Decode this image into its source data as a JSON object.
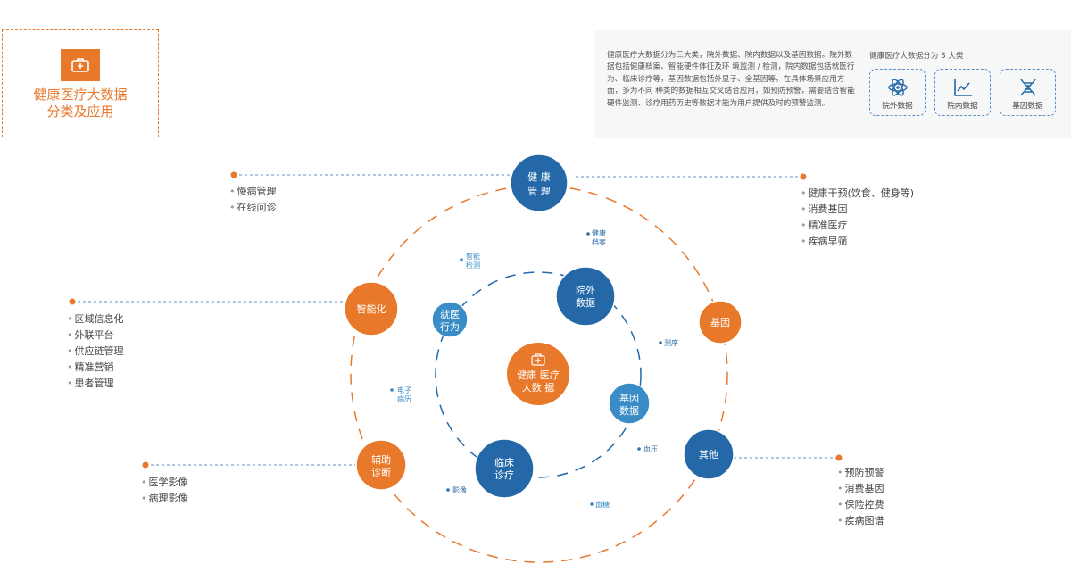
{
  "title": {
    "line1": "健康医疗大数据",
    "line2": "分类及应用",
    "icon": "medical-kit-icon"
  },
  "info": {
    "paragraph": "健康医疗大数据分为三大类，院外数据、院内数据以及基因数据。院外数据包括健康档案、智能硬件体征及环 境监测 / 检测，院内数据包括就医行为、临床诊疗等，基因数据包括外显子、全基因等。在具体场景应用方面，多为不同 种类的数据相互交叉结合应用，如预防预警，需要结合智能硬件监测、诊疗用药历史等数据才能为用户提供及时的预警监测。",
    "heading": "健康医疗大数据分为 3 大类",
    "cards": [
      {
        "label": "院外数据",
        "icon": "atom-icon"
      },
      {
        "label": "院内数据",
        "icon": "line-chart-icon"
      },
      {
        "label": "基因数据",
        "icon": "dna-icon"
      }
    ]
  },
  "center": {
    "line1": "健康  医疗",
    "line2": "大数  据"
  },
  "outer_nodes": {
    "health": [
      "健 康",
      "管 理"
    ],
    "smart": [
      "智能化"
    ],
    "gene": [
      "基因"
    ],
    "other": [
      "其他"
    ],
    "diag": [
      "辅助",
      "诊断"
    ]
  },
  "inner_nodes": {
    "outside": [
      "院外",
      "数据"
    ],
    "visit": [
      "就医",
      "行为"
    ],
    "genedata": [
      "基因",
      "数据"
    ],
    "clinic": [
      "临床",
      "诊疗"
    ]
  },
  "annotations": {
    "archive": [
      "健康",
      "档案"
    ],
    "smartdetect": [
      "智能",
      "检测"
    ],
    "seq": "测序",
    "emr": [
      "电子",
      "病历"
    ],
    "bp": "血压",
    "image": "影像",
    "sugar": "血糖"
  },
  "lists": {
    "health": [
      "慢病管理",
      "在线问诊"
    ],
    "gene": [
      "健康干预(饮食、健身等)",
      "消费基因",
      "精准医疗",
      "疾病早筛"
    ],
    "smart": [
      "区域信息化",
      "外联平台",
      "供应链管理",
      "精准营销",
      "患者管理"
    ],
    "diag": [
      "医学影像",
      "病理影像"
    ],
    "other": [
      "预防预警",
      "消费基因",
      "保险控费",
      "疾病图谱"
    ]
  },
  "colors": {
    "orange": "#e8792b",
    "blue": "#2468a8",
    "lightblue": "#3a8cc6"
  }
}
